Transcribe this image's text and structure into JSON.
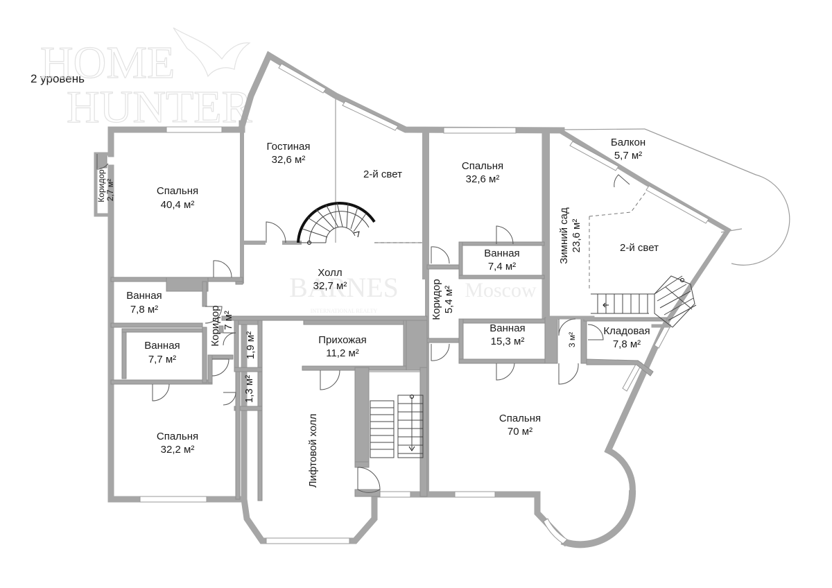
{
  "level_label": "2 уровень",
  "watermarks": {
    "home_hunter_line1": "HOME",
    "home_hunter_line2": "HUNTER",
    "barnes": "BARNES",
    "barnes_sub": "INTERNATIONAL REALTY",
    "moscow": "Moscow"
  },
  "rooms": {
    "living_room": {
      "name": "Гостиная",
      "area": "32,6 м²"
    },
    "second_light_left": {
      "name": "2-й свет"
    },
    "bedroom_top_right": {
      "name": "Спальня",
      "area": "32,6 м²"
    },
    "balcony": {
      "name": "Балкон",
      "area": "5,7 м²"
    },
    "corridor_left": {
      "name": "Коридор",
      "area": "2,7 м²"
    },
    "bedroom_left": {
      "name": "Спальня",
      "area": "40,4 м²"
    },
    "winter_garden": {
      "name": "Зимний сад",
      "area": "23,6 м²"
    },
    "second_light_right": {
      "name": "2-й свет"
    },
    "bath_74": {
      "name": "Ванная",
      "area": "7,4 м²"
    },
    "hall": {
      "name": "Холл",
      "area": "32,7 м²"
    },
    "bath_78": {
      "name": "Ванная",
      "area": "7,8 м²"
    },
    "corridor_54": {
      "name": "Коридор",
      "area": "5,4 м²"
    },
    "corridor_7": {
      "name": "Коридор",
      "area": "7 м²"
    },
    "bath_153": {
      "name": "Ванная",
      "area": "15,3 м²"
    },
    "storage_3": {
      "area": "3 м²"
    },
    "storage_78": {
      "name": "Кладовая",
      "area": "7,8 м²"
    },
    "bath_77": {
      "name": "Ванная",
      "area": "7,7 м²"
    },
    "small_19": {
      "area": "1,9 м²"
    },
    "entrance": {
      "name": "Прихожая",
      "area": "11,2 м²"
    },
    "small_13": {
      "area": "1,3 м²"
    },
    "bedroom_bottom_left": {
      "name": "Спальня",
      "area": "32,2 м²"
    },
    "elevator_hall": {
      "name": "Лифтовой холл"
    },
    "bedroom_bottom_right": {
      "name": "Спальня",
      "area": "70 м²"
    }
  },
  "colors": {
    "wall": "#a6a6a6",
    "text": "#1a1a1a",
    "watermark": "#e2e2e2"
  }
}
